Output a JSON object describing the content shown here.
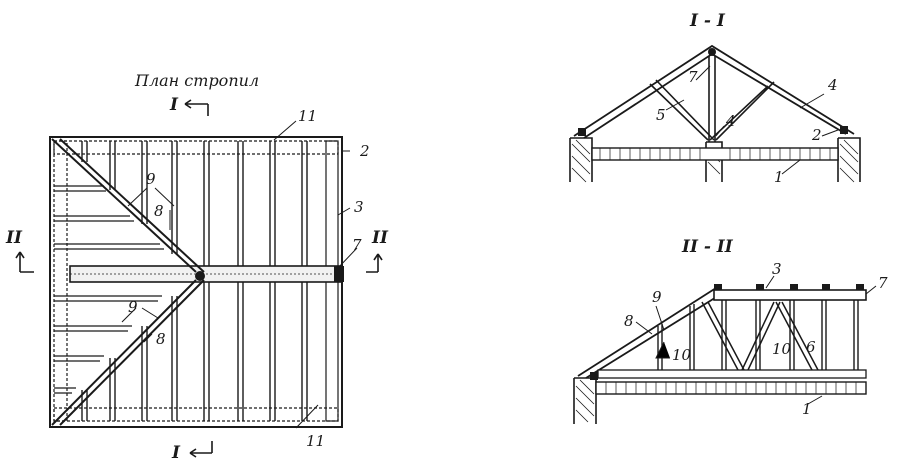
{
  "plan": {
    "title": "План стропил",
    "section_mark_i": "I",
    "section_mark_ii": "II",
    "callouts": {
      "n2": "2",
      "n3": "3",
      "n7": "7",
      "n8a": "8",
      "n8b": "8",
      "n9a": "9",
      "n9b": "9",
      "n11top": "11",
      "n11bot": "11"
    }
  },
  "section_i": {
    "title": "I - I",
    "callouts": {
      "n1": "1",
      "n2": "2",
      "n4a": "4",
      "n4b": "4",
      "n5": "5",
      "n7": "7"
    }
  },
  "section_ii": {
    "title": "II - II",
    "callouts": {
      "n1": "1",
      "n3": "3",
      "n6": "6",
      "n7": "7",
      "n8": "8",
      "n9": "9",
      "n10a": "10",
      "n10b": "10"
    }
  }
}
